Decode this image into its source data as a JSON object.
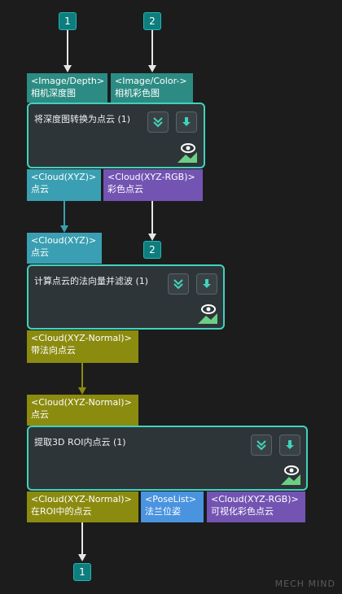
{
  "inputs": [
    {
      "number": "1"
    },
    {
      "number": "2"
    }
  ],
  "nodes": [
    {
      "title": "将深度图转换为点云 (1)",
      "in_ports": [
        {
          "type": "<Image/Depth>",
          "label": "相机深度图"
        },
        {
          "type": "<Image/Color->",
          "label": "相机彩色图"
        }
      ],
      "out_ports": [
        {
          "type": "<Cloud(XYZ)>",
          "label": "点云"
        },
        {
          "type": "<Cloud(XYZ-RGB)>",
          "label": "彩色点云"
        }
      ]
    },
    {
      "title": "计算点云的法向量并滤波 (1)",
      "in_ports": [
        {
          "type": "<Cloud(XYZ)>",
          "label": "点云"
        }
      ],
      "out_ports": [
        {
          "type": "<Cloud(XYZ-Normal)>",
          "label": "带法向点云"
        }
      ],
      "side_ref": "2"
    },
    {
      "title": "提取3D ROI内点云 (1)",
      "in_ports": [
        {
          "type": "<Cloud(XYZ-Normal)>",
          "label": "点云"
        }
      ],
      "out_ports": [
        {
          "type": "<Cloud(XYZ-Normal)>",
          "label": "在ROI中的点云"
        },
        {
          "type": "<PoseList>",
          "label": "法兰位姿"
        },
        {
          "type": "<Cloud(XYZ-RGB)>",
          "label": "可视化彩色点云"
        }
      ]
    }
  ],
  "outputs": [
    {
      "number": "1"
    }
  ],
  "watermark": "MECH MIND",
  "colors": {
    "node_border": "#40d3bb",
    "node_bg": "#2e3539",
    "image_port": "#2c8c84",
    "cloud_port": "#3a9fb2",
    "rgb_port": "#7354b2",
    "normal_port": "#8b8b10",
    "pose_port": "#4a93df",
    "bubble": "#0e7d7d"
  },
  "icons": {
    "node_buttons": [
      "collapse-chevrons-icon",
      "download-arrow-icon"
    ],
    "visibility": "eye-preview-icon"
  }
}
